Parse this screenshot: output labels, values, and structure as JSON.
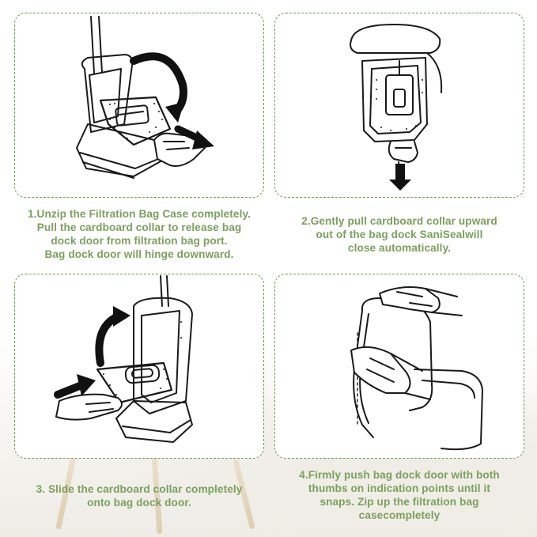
{
  "steps": [
    {
      "lines": [
        "1.Unzip the Filtration Bag Case completely.",
        "Pull the cardboard collar to release bag",
        "dock door from filtration bag port.",
        "Bag dock door will hinge downward."
      ]
    },
    {
      "lines": [
        "2.Gently pull cardboard collar upward",
        "out of the bag dock SaniSealwill",
        "close automatically."
      ]
    },
    {
      "lines": [
        "3. Slide the cardboard collar completely",
        "onto bag dock door."
      ]
    },
    {
      "lines": [
        "4.Firmly push bag dock door with both",
        "thumbs on indication points until it",
        "snaps. Zip up the filtration bag",
        "casecompletely"
      ]
    }
  ],
  "colors": {
    "accent": "#7aa05c",
    "border": "#6f9b4e",
    "lineart": "#1a1a1a"
  }
}
